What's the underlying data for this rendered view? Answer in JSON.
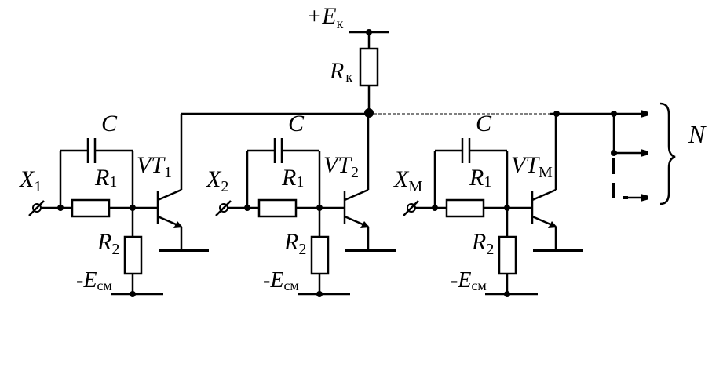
{
  "supply": {
    "main": "+E",
    "sub": "к"
  },
  "collector_resistor": {
    "main": "R",
    "sub": "к"
  },
  "outputs_label": "N",
  "stages": [
    {
      "cap": "C",
      "r1": {
        "main": "R",
        "sub": "1"
      },
      "r2": {
        "main": "R",
        "sub": "2"
      },
      "input": {
        "main": "X",
        "sub": "1"
      },
      "transistor": {
        "main": "VT",
        "sub": "1"
      },
      "bias": {
        "main": "-E",
        "sub": "см"
      }
    },
    {
      "cap": "C",
      "r1": {
        "main": "R",
        "sub": "1"
      },
      "r2": {
        "main": "R",
        "sub": "2"
      },
      "input": {
        "main": "X",
        "sub": "2"
      },
      "transistor": {
        "main": "VT",
        "sub": "2"
      },
      "bias": {
        "main": "-E",
        "sub": "см"
      }
    },
    {
      "cap": "C",
      "r1": {
        "main": "R",
        "sub": "1"
      },
      "r2": {
        "main": "R",
        "sub": "2"
      },
      "input": {
        "main": "X",
        "sub": "M"
      },
      "transistor": {
        "main": "VT",
        "sub": "M"
      },
      "bias": {
        "main": "-E",
        "sub": "см"
      }
    }
  ]
}
